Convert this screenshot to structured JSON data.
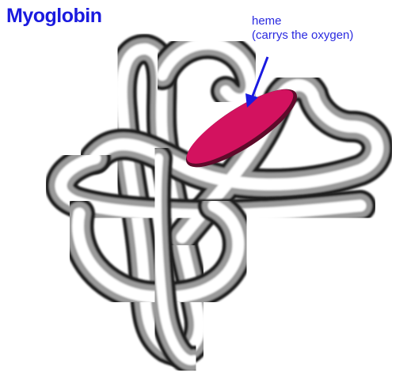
{
  "title": "Myoglobin",
  "annotation": {
    "line1": "heme",
    "line2": "(carrys the oxygen)"
  },
  "colors": {
    "title": "#1a1adf",
    "label": "#2a2ae0",
    "arrow": "#1a1ae0",
    "heme": "#d3125f",
    "tube_light": "#ffffff",
    "tube_dark": "#1c1c1c",
    "background": "#ffffff"
  },
  "icons": {
    "protein": "coiled-tube-protein-icon",
    "heme": "heme-disc-icon",
    "arrow": "arrow-down-left-icon"
  }
}
